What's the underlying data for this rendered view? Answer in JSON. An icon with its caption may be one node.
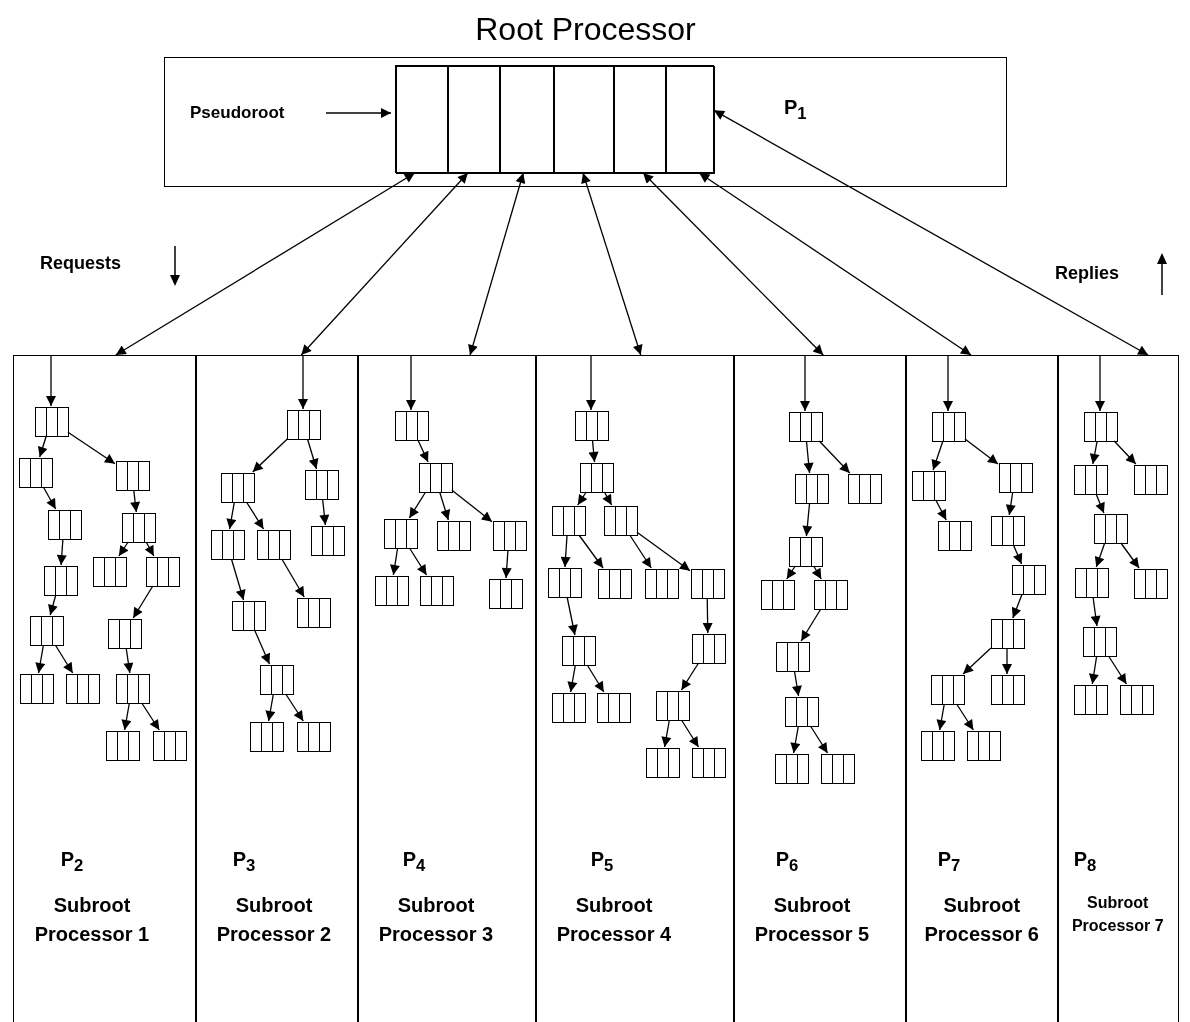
{
  "diagram": {
    "nodes": [
      {
        "text": [
          "Root Processor",
          "P$_{1}$"
        ]
      },
      {
        "text": [
          "Pseudoroot"
        ],
        "in": 0
      },
      {
        "text": [],
        "shape": "box",
        "in": 0
      },
      {
        "text": [],
        "shape": "box",
        "in": 2
      },
      {
        "text": [],
        "shape": "box",
        "in": 2
      },
      {
        "text": [],
        "shape": "box",
        "in": 2
      },
      {
        "text": [],
        "shape": "box",
        "in": 2
      },
      {
        "text": [],
        "shape": "box",
        "in": 2
      },
      {
        "text": [],
        "shape": "box",
        "in": 2
      },
      {
        "text": [
          "P$_{2}$",
          "Subroot Processor 1"
        ]
      },
      {
        "text": [
          "P$_{3}$",
          "Subroot Processor 2"
        ]
      },
      {
        "text": [
          "P$_{4}$",
          "Subroot Processor 3"
        ]
      },
      {
        "text": [
          "P$_{5}$",
          "Subroot Processor 4"
        ]
      },
      {
        "text": [
          "P$_{6}$",
          "Subroot Processor 5"
        ]
      },
      {
        "text": [
          "P$_{7}$",
          "Subroot Processor 6"
        ]
      },
      {
        "text": [
          "P$_{8}$",
          "Subroot Processor 7"
        ]
      },
      {
        "text": [],
        "shape": "box",
        "in": 9
      },
      {
        "text": [],
        "shape": "box",
        "in": 9
      },
      {
        "text": [],
        "shape": "box",
        "in": 9
      },
      {
        "text": [],
        "shape": "box",
        "in": 9
      },
      {
        "text": [],
        "shape": "box",
        "in": 9
      },
      {
        "text": [],
        "shape": "box",
        "in": 9
      },
      {
        "text": [],
        "shape": "box",
        "in": 9
      },
      {
        "text": [],
        "shape": "box",
        "in": 9
      },
      {
        "text": [],
        "shape": "box",
        "in": 9
      },
      {
        "text": [],
        "shape": "box",
        "in": 9
      },
      {
        "text": [],
        "shape": "box",
        "in": 9
      },
      {
        "text": [],
        "shape": "box",
        "in": 9
      },
      {
        "text": [],
        "shape": "box",
        "in": 9
      },
      {
        "text": [],
        "shape": "box",
        "in": 9
      },
      {
        "text": [],
        "shape": "box",
        "in": 9
      },
      {
        "text": [],
        "shape": "box",
        "in": 10
      },
      {
        "text": [],
        "shape": "box",
        "in": 10
      },
      {
        "text": [],
        "shape": "box",
        "in": 10
      },
      {
        "text": [],
        "shape": "box",
        "in": 10
      },
      {
        "text": [],
        "shape": "box",
        "in": 10
      },
      {
        "text": [],
        "shape": "box",
        "in": 10
      },
      {
        "text": [],
        "shape": "box",
        "in": 10
      },
      {
        "text": [],
        "shape": "box",
        "in": 10
      },
      {
        "text": [],
        "shape": "box",
        "in": 10
      },
      {
        "text": [],
        "shape": "box",
        "in": 10
      },
      {
        "text": [],
        "shape": "box",
        "in": 10
      },
      {
        "text": [],
        "shape": "box",
        "in": 11
      },
      {
        "text": [],
        "shape": "box",
        "in": 11
      },
      {
        "text": [],
        "shape": "box",
        "in": 11
      },
      {
        "text": [],
        "shape": "box",
        "in": 11
      },
      {
        "text": [],
        "shape": "box",
        "in": 11
      },
      {
        "text": [],
        "shape": "box",
        "in": 11
      },
      {
        "text": [],
        "shape": "box",
        "in": 11
      },
      {
        "text": [],
        "shape": "box",
        "in": 11
      },
      {
        "text": [],
        "shape": "box",
        "in": 12
      },
      {
        "text": [],
        "shape": "box",
        "in": 12
      },
      {
        "text": [],
        "shape": "box",
        "in": 12
      },
      {
        "text": [],
        "shape": "box",
        "in": 12
      },
      {
        "text": [],
        "shape": "box",
        "in": 12
      },
      {
        "text": [],
        "shape": "box",
        "in": 12
      },
      {
        "text": [],
        "shape": "box",
        "in": 12
      },
      {
        "text": [],
        "shape": "box",
        "in": 12
      },
      {
        "text": [],
        "shape": "box",
        "in": 12
      },
      {
        "text": [],
        "shape": "box",
        "in": 12
      },
      {
        "text": [],
        "shape": "box",
        "in": 12
      },
      {
        "text": [],
        "shape": "box",
        "in": 12
      },
      {
        "text": [],
        "shape": "box",
        "in": 12
      },
      {
        "text": [],
        "shape": "box",
        "in": 12
      },
      {
        "text": [],
        "shape": "box",
        "in": 12
      },
      {
        "text": [],
        "shape": "box",
        "in": 13
      },
      {
        "text": [],
        "shape": "box",
        "in": 13
      },
      {
        "text": [],
        "shape": "box",
        "in": 13
      },
      {
        "text": [],
        "shape": "box",
        "in": 13
      },
      {
        "text": [],
        "shape": "box",
        "in": 13
      },
      {
        "text": [],
        "shape": "box",
        "in": 13
      },
      {
        "text": [],
        "shape": "box",
        "in": 13
      },
      {
        "text": [],
        "shape": "box",
        "in": 13
      },
      {
        "text": [],
        "shape": "box",
        "in": 13
      },
      {
        "text": [],
        "shape": "box",
        "in": 13
      },
      {
        "text": [],
        "shape": "box",
        "in": 14
      },
      {
        "text": [],
        "shape": "box",
        "in": 14
      },
      {
        "text": [],
        "shape": "box",
        "in": 14
      },
      {
        "text": [],
        "shape": "box",
        "in": 14
      },
      {
        "text": [],
        "shape": "box",
        "in": 14
      },
      {
        "text": [],
        "shape": "box",
        "in": 14
      },
      {
        "text": [],
        "shape": "box",
        "in": 14
      },
      {
        "text": [],
        "shape": "box",
        "in": 14
      },
      {
        "text": [],
        "shape": "box",
        "in": 14
      },
      {
        "text": [],
        "shape": "box",
        "in": 14
      },
      {
        "text": [],
        "shape": "box",
        "in": 14
      },
      {
        "text": [],
        "shape": "box",
        "in": 15
      },
      {
        "text": [],
        "shape": "box",
        "in": 15
      },
      {
        "text": [],
        "shape": "box",
        "in": 15
      },
      {
        "text": [],
        "shape": "box",
        "in": 15
      },
      {
        "text": [],
        "shape": "box",
        "in": 15
      },
      {
        "text": [],
        "shape": "box",
        "in": 15
      },
      {
        "text": [],
        "shape": "box",
        "in": 15
      },
      {
        "text": [],
        "shape": "box",
        "in": 15
      },
      {
        "text": [],
        "shape": "box",
        "in": 15
      }
    ],
    "edges": [
      {
        "from": 1,
        "to": 2,
        "arrow": "to"
      },
      {
        "from": 3,
        "to": 9,
        "arrow": "both"
      },
      {
        "from": 4,
        "to": 10,
        "arrow": "both"
      },
      {
        "from": 5,
        "to": 11,
        "arrow": "both"
      },
      {
        "from": 6,
        "to": 12,
        "arrow": "both"
      },
      {
        "from": 7,
        "to": 13,
        "arrow": "both"
      },
      {
        "from": 8,
        "to": 14,
        "arrow": "both"
      },
      {
        "from": 8,
        "to": 15,
        "arrow": "both"
      },
      {
        "from": 9,
        "to": 16,
        "arrow": "to"
      },
      {
        "from": 16,
        "to": 17,
        "arrow": "to"
      },
      {
        "from": 16,
        "to": 18,
        "arrow": "to"
      },
      {
        "from": 17,
        "to": 19,
        "arrow": "to"
      },
      {
        "from": 19,
        "to": 20,
        "arrow": "to"
      },
      {
        "from": 20,
        "to": 21,
        "arrow": "to"
      },
      {
        "from": 21,
        "to": 22,
        "arrow": "to"
      },
      {
        "from": 21,
        "to": 23,
        "arrow": "to"
      },
      {
        "from": 18,
        "to": 24,
        "arrow": "to"
      },
      {
        "from": 24,
        "to": 25,
        "arrow": "to"
      },
      {
        "from": 24,
        "to": 26,
        "arrow": "to"
      },
      {
        "from": 26,
        "to": 27,
        "arrow": "to"
      },
      {
        "from": 27,
        "to": 28,
        "arrow": "to"
      },
      {
        "from": 28,
        "to": 29,
        "arrow": "to"
      },
      {
        "from": 28,
        "to": 30,
        "arrow": "to"
      },
      {
        "from": 10,
        "to": 31,
        "arrow": "to"
      },
      {
        "from": 31,
        "to": 32,
        "arrow": "to"
      },
      {
        "from": 31,
        "to": 33,
        "arrow": "to"
      },
      {
        "from": 32,
        "to": 34,
        "arrow": "to"
      },
      {
        "from": 32,
        "to": 35,
        "arrow": "to"
      },
      {
        "from": 33,
        "to": 36,
        "arrow": "to"
      },
      {
        "from": 34,
        "to": 37,
        "arrow": "to"
      },
      {
        "from": 35,
        "to": 38,
        "arrow": "to"
      },
      {
        "from": 37,
        "to": 39,
        "arrow": "to"
      },
      {
        "from": 39,
        "to": 40,
        "arrow": "to"
      },
      {
        "from": 39,
        "to": 41,
        "arrow": "to"
      },
      {
        "from": 11,
        "to": 42,
        "arrow": "to"
      },
      {
        "from": 42,
        "to": 43,
        "arrow": "to"
      },
      {
        "from": 43,
        "to": 44,
        "arrow": "to"
      },
      {
        "from": 43,
        "to": 45,
        "arrow": "to"
      },
      {
        "from": 43,
        "to": 46,
        "arrow": "to"
      },
      {
        "from": 44,
        "to": 47,
        "arrow": "to"
      },
      {
        "from": 44,
        "to": 48,
        "arrow": "to"
      },
      {
        "from": 46,
        "to": 49,
        "arrow": "to"
      },
      {
        "from": 12,
        "to": 50,
        "arrow": "to"
      },
      {
        "from": 50,
        "to": 51,
        "arrow": "to"
      },
      {
        "from": 51,
        "to": 52,
        "arrow": "to"
      },
      {
        "from": 51,
        "to": 53,
        "arrow": "to"
      },
      {
        "from": 52,
        "to": 54,
        "arrow": "to"
      },
      {
        "from": 52,
        "to": 55,
        "arrow": "to"
      },
      {
        "from": 53,
        "to": 56,
        "arrow": "to"
      },
      {
        "from": 53,
        "to": 57,
        "arrow": "to"
      },
      {
        "from": 54,
        "to": 58,
        "arrow": "to"
      },
      {
        "from": 58,
        "to": 59,
        "arrow": "to"
      },
      {
        "from": 58,
        "to": 60,
        "arrow": "to"
      },
      {
        "from": 57,
        "to": 61,
        "arrow": "to"
      },
      {
        "from": 61,
        "to": 62,
        "arrow": "to"
      },
      {
        "from": 62,
        "to": 63,
        "arrow": "to"
      },
      {
        "from": 62,
        "to": 64,
        "arrow": "to"
      },
      {
        "from": 13,
        "to": 65,
        "arrow": "to"
      },
      {
        "from": 65,
        "to": 66,
        "arrow": "to"
      },
      {
        "from": 65,
        "to": 67,
        "arrow": "to"
      },
      {
        "from": 66,
        "to": 68,
        "arrow": "to"
      },
      {
        "from": 68,
        "to": 69,
        "arrow": "to"
      },
      {
        "from": 68,
        "to": 70,
        "arrow": "to"
      },
      {
        "from": 70,
        "to": 71,
        "arrow": "to"
      },
      {
        "from": 71,
        "to": 72,
        "arrow": "to"
      },
      {
        "from": 72,
        "to": 73,
        "arrow": "to"
      },
      {
        "from": 72,
        "to": 74,
        "arrow": "to"
      },
      {
        "from": 14,
        "to": 75,
        "arrow": "to"
      },
      {
        "from": 75,
        "to": 76,
        "arrow": "to"
      },
      {
        "from": 75,
        "to": 77,
        "arrow": "to"
      },
      {
        "from": 76,
        "to": 78,
        "arrow": "to"
      },
      {
        "from": 77,
        "to": 79,
        "arrow": "to"
      },
      {
        "from": 79,
        "to": 80,
        "arrow": "to"
      },
      {
        "from": 80,
        "to": 81,
        "arrow": "to"
      },
      {
        "from": 81,
        "to": 82,
        "arrow": "to"
      },
      {
        "from": 81,
        "to": 83,
        "arrow": "to"
      },
      {
        "from": 82,
        "to": 84,
        "arrow": "to"
      },
      {
        "from": 82,
        "to": 85,
        "arrow": "to"
      },
      {
        "from": 15,
        "to": 86,
        "arrow": "to"
      },
      {
        "from": 86,
        "to": 87,
        "arrow": "to"
      },
      {
        "from": 86,
        "to": 88,
        "arrow": "to"
      },
      {
        "from": 87,
        "to": 89,
        "arrow": "to"
      },
      {
        "from": 89,
        "to": 90,
        "arrow": "to"
      },
      {
        "from": 89,
        "to": 91,
        "arrow": "to"
      },
      {
        "from": 90,
        "to": 92,
        "arrow": "to"
      },
      {
        "from": 92,
        "to": 93,
        "arrow": "to"
      },
      {
        "from": 92,
        "to": 94,
        "arrow": "to"
      }
    ],
    "labels": [
      "Requests",
      "Replies"
    ]
  }
}
